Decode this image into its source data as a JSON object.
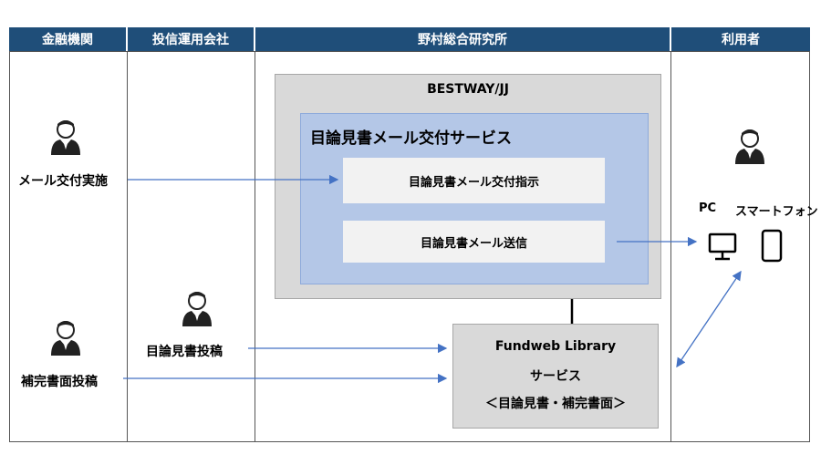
{
  "lanes": {
    "financial_institution": "金融機関",
    "asset_manager": "投信運用会社",
    "nri": "野村総合研究所",
    "user": "利用者"
  },
  "system": {
    "name": "BESTWAY/JJ",
    "service_title": "目論見書メール交付サービス",
    "instruction_box": "目論見書メール交付指示",
    "send_box": "目論見書メール送信"
  },
  "library": {
    "line1": "Fundweb Library",
    "line2": "サービス",
    "line3": "＜目論見書・補完書面＞"
  },
  "actors": {
    "email_delivery": "メール交付実施",
    "supplement_post": "補完書面投稿",
    "prospectus_post": "目論見書投稿"
  },
  "devices": {
    "pc_label": "PC",
    "smartphone_label": "スマートフォン"
  },
  "colors": {
    "header": "#1f4e79",
    "arrow": "#4472c4",
    "gray_box": "#d9d9d9",
    "blue_box": "#b4c7e7",
    "light_box": "#f2f2f2"
  }
}
